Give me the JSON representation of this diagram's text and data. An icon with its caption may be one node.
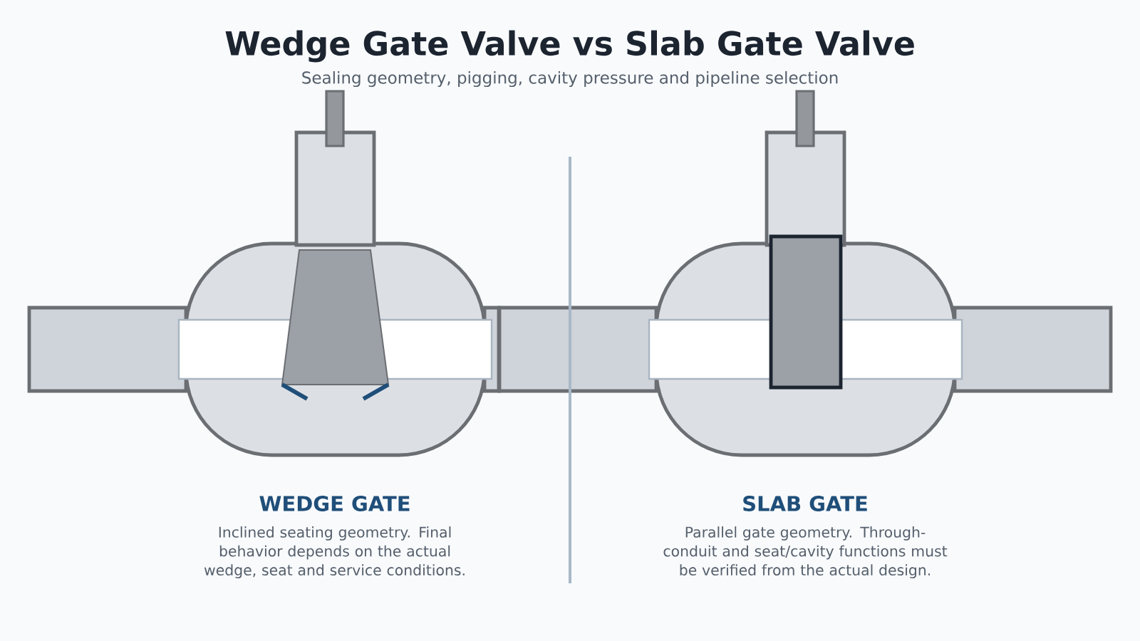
{
  "diagram": {
    "title": "Wedge Gate Valve vs Slab Gate Valve",
    "labels": [
      "Sealing geometry, pigging, cavity pressure and pipeline selection",
      "WEDGE GATE",
      "Inclined seating geometry. Final behavior depends on the actual wedge, seat and service conditions.",
      "SLAB GATE",
      "Parallel gate geometry. Through-conduit and seat/cavity functions must be verified from the actual design."
    ]
  }
}
